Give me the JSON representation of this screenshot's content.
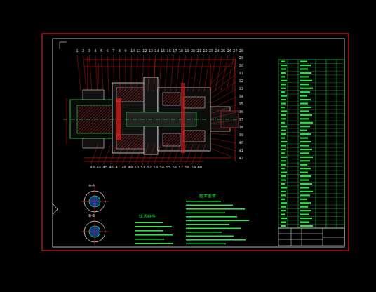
{
  "diagram": {
    "labels": [
      "1",
      "2",
      "3",
      "4",
      "5",
      "6",
      "7",
      "8",
      "9",
      "10",
      "11",
      "12",
      "13",
      "14",
      "15",
      "16",
      "17",
      "18",
      "19",
      "20",
      "21",
      "22",
      "23",
      "24",
      "25",
      "26",
      "27",
      "28",
      "29",
      "30",
      "31",
      "32",
      "33",
      "34",
      "35",
      "36",
      "37",
      "38",
      "39",
      "40",
      "41",
      "42",
      "43",
      "44",
      "45",
      "46",
      "47",
      "48",
      "49",
      "50",
      "51",
      "52",
      "53",
      "54",
      "55",
      "56",
      "57",
      "58",
      "59",
      "60",
      "技术特性",
      "技术要求",
      "A-A",
      "B-B"
    ]
  }
}
